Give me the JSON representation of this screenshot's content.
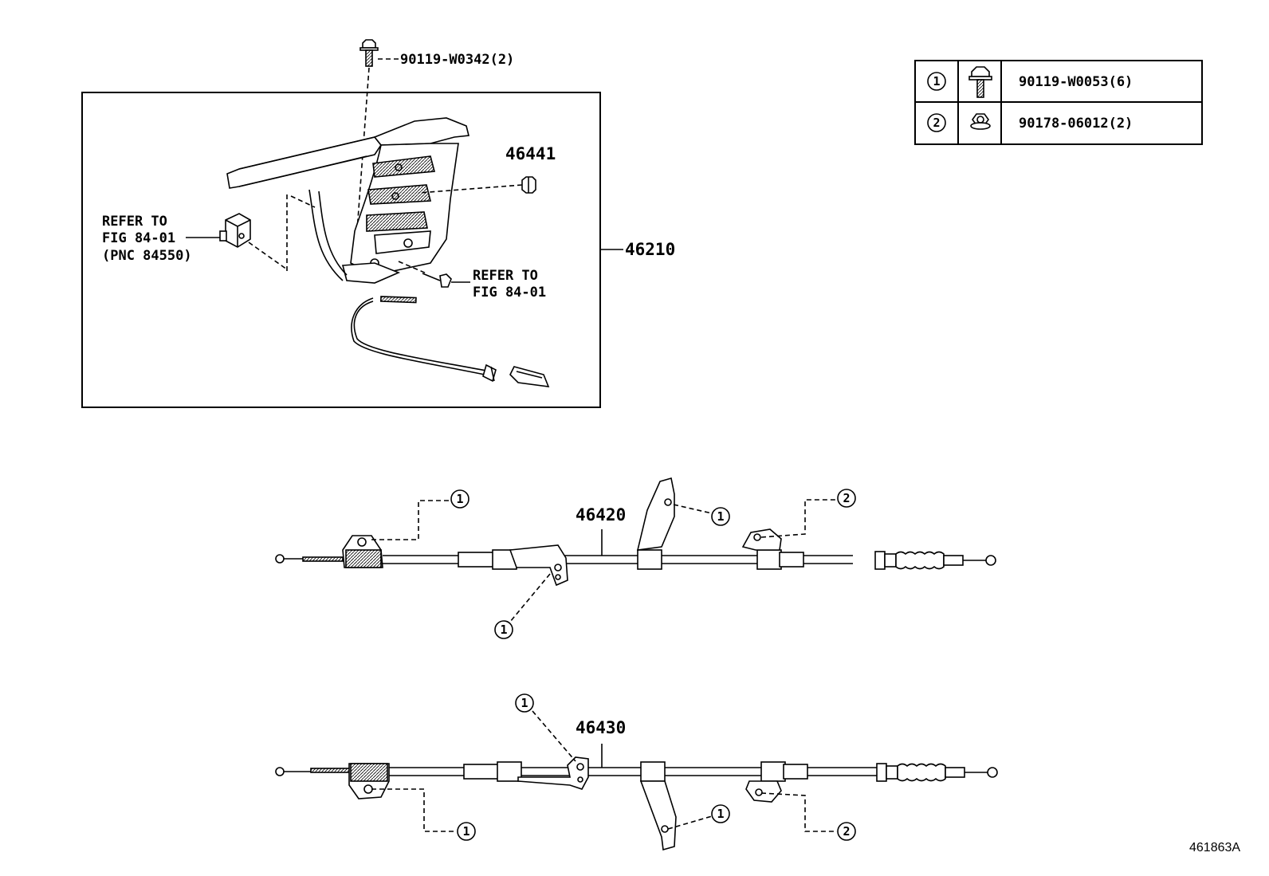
{
  "top_bolt": {
    "label": "90119-W0342(2)"
  },
  "grommet": {
    "label": "46441"
  },
  "assembly": {
    "label": "46210"
  },
  "left_ref": {
    "line1": "REFER TO",
    "line2": "FIG 84-01",
    "line3": "(PNC 84550)"
  },
  "right_ref": {
    "line1": "REFER TO",
    "line2": "FIG 84-01"
  },
  "legend": {
    "rows": [
      {
        "index": "1",
        "icon": "flange-bolt-icon",
        "part": "90119-W0053(6)"
      },
      {
        "index": "2",
        "icon": "flange-nut-icon",
        "part": "90178-06012(2)"
      }
    ]
  },
  "cable_upper": {
    "label": "46420",
    "callouts": [
      "1",
      "1",
      "1",
      "2"
    ]
  },
  "cable_lower": {
    "label": "46430",
    "callouts": [
      "1",
      "1",
      "1",
      "2"
    ]
  },
  "footer": {
    "diagram_id": "461863A"
  }
}
